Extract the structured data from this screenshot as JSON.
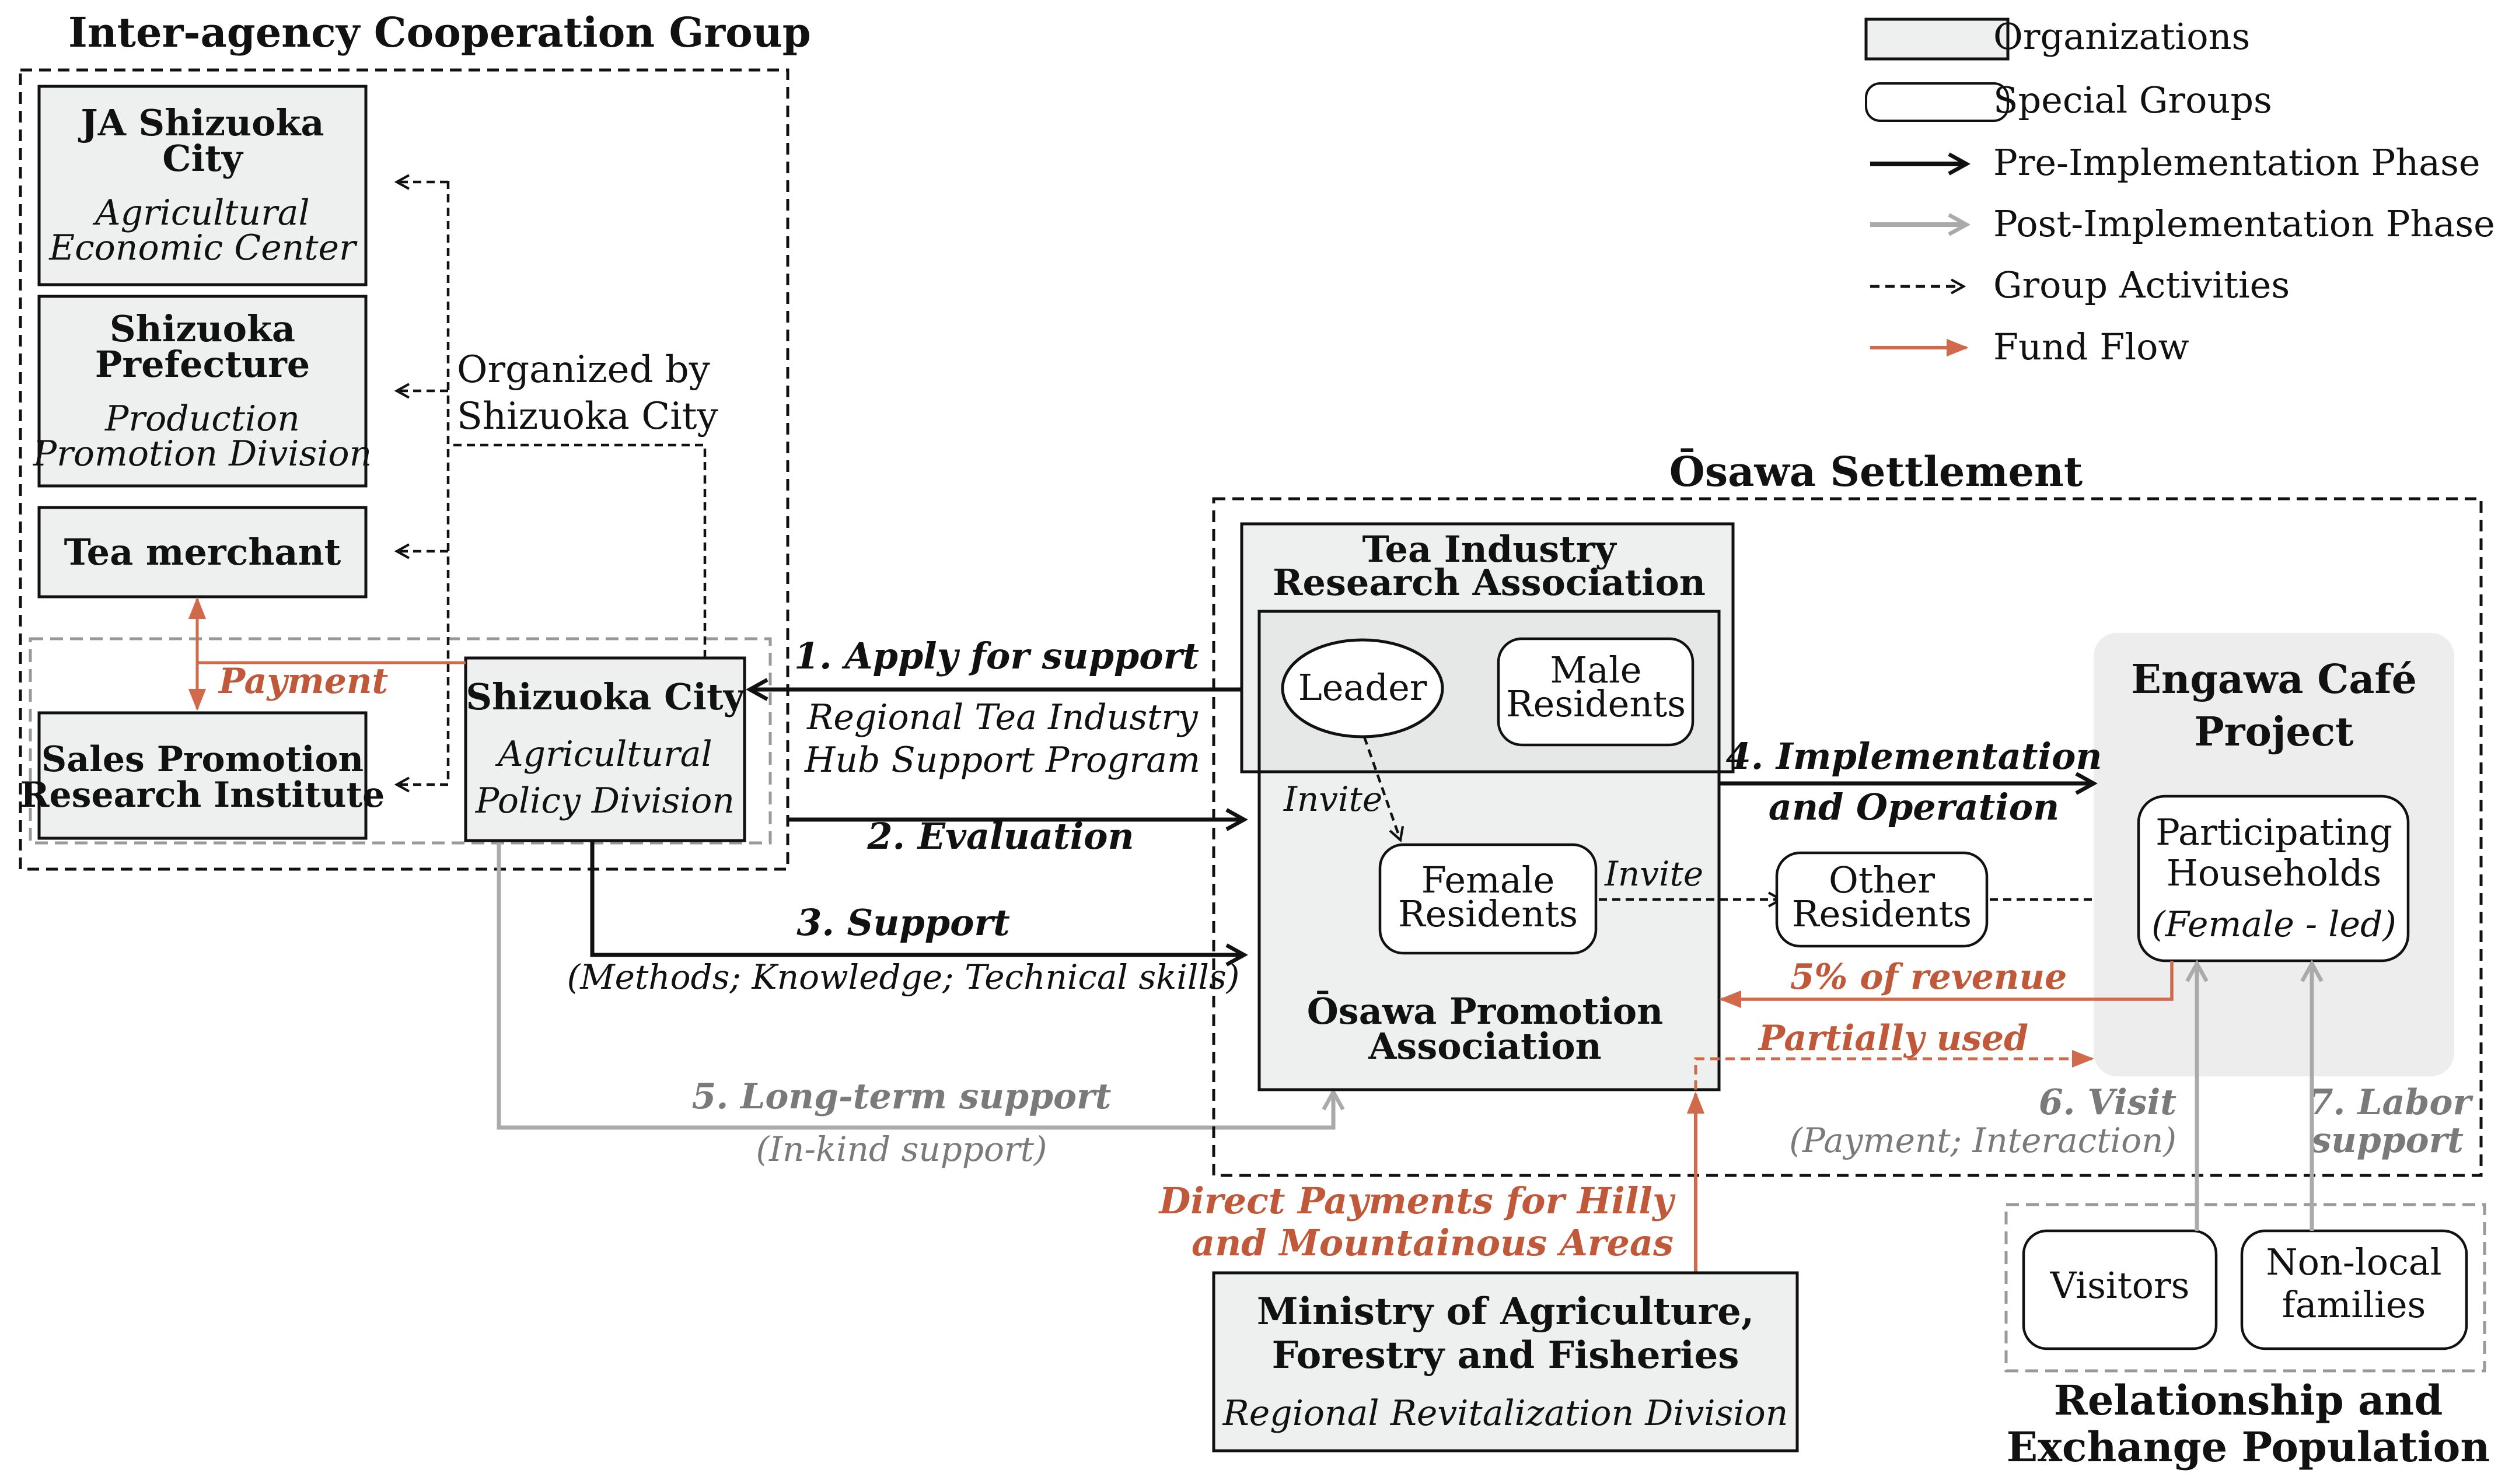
{
  "colors": {
    "black": "#111111",
    "gray_arrow": "#aaaaaa",
    "gray_text": "#7a7a7a",
    "fund": "#d06a4a",
    "org_fill": "#eeefef",
    "project_fill": "#ededed"
  },
  "legend": {
    "organizations": "Organizations",
    "special_groups": "Special Groups",
    "pre_phase": "Pre-Implementation Phase",
    "post_phase": "Post-Implementation Phase",
    "group_activities": "Group Activities",
    "fund_flow": "Fund Flow"
  },
  "interagency": {
    "title": "Inter-agency Cooperation Group",
    "ja": {
      "line1": "JA Shizuoka",
      "line2": "City",
      "sub1": "Agricultural",
      "sub2": "Economic Center"
    },
    "pref": {
      "line1": "Shizuoka",
      "line2": "Prefecture",
      "sub1": "Production",
      "sub2": "Promotion Division"
    },
    "tea_merchant": "Tea merchant",
    "sales": {
      "line1": "Sales Promotion",
      "line2": "Research Institute"
    },
    "city": {
      "line1": "Shizuoka City",
      "sub1": "Agricultural",
      "sub2": "Policy Division"
    },
    "organized1": "Organized by",
    "organized2": "Shizuoka City",
    "payment": "Payment"
  },
  "settlement": {
    "title": "Ōsawa Settlement",
    "tira1": "Tea Industry",
    "tira2": "Research Association",
    "leader": "Leader",
    "male1": "Male",
    "male2": "Residents",
    "invite1": "Invite",
    "female1": "Female",
    "female2": "Residents",
    "invite2": "Invite",
    "other1": "Other",
    "other2": "Residents",
    "opa1": "Ōsawa Promotion",
    "opa2": "Association"
  },
  "project": {
    "title1": "Engawa Café",
    "title2": "Project",
    "ph1": "Participating",
    "ph2": "Households",
    "ph3": "(Female - led)"
  },
  "flows": {
    "f1": "1. Apply for support",
    "f1_sub1": "Regional Tea Industry",
    "f1_sub2": "Hub Support Program",
    "f2": "2. Evaluation",
    "f3": "3. Support",
    "f3_sub": "(Methods; Knowledge; Technical skills)",
    "f4a": "4. Implementation",
    "f4b": "and Operation",
    "f5": "5. Long-term support",
    "f5_sub": "(In-kind support)",
    "revenue": "5% of revenue",
    "partial": "Partially used",
    "f6": "6. Visit",
    "f6_sub": "(Payment; Interaction)",
    "f7a": "7. Labor",
    "f7b": "support",
    "direct1": "Direct Payments for Hilly",
    "direct2": "and Mountainous Areas"
  },
  "ministry": {
    "line1": "Ministry of Agriculture,",
    "line2": "Forestry and Fisheries",
    "sub": "Regional Revitalization Division"
  },
  "relationship": {
    "visitors": "Visitors",
    "nonlocal1": "Non-local",
    "nonlocal2": "families",
    "title1": "Relationship and",
    "title2": "Exchange Population"
  }
}
